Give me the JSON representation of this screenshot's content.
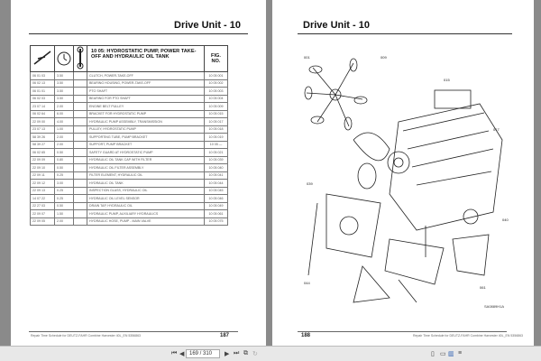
{
  "left_page": {
    "title": "Drive Unit - 10",
    "table": {
      "section_title": "10 05: HYDROSTATIC PUMP, POWER TAKE-OFF AND HYDRAULIC OIL TANK",
      "fig_header": "FIG. NO.",
      "rows": [
        [
          "06 01 03",
          "3.50",
          "CLUTCH, POWER-TAKE-OFF",
          "10 05 001"
        ],
        [
          "06 02 13",
          "3.50",
          "BEARING HOUSING, POWER-TAKE-OFF",
          "10 05 002"
        ],
        [
          "06 01 01",
          "3.50",
          "PTO SHAFT",
          "10 05 003"
        ],
        [
          "06 02 03",
          "3.50",
          "BEARING FOR PTO SHAFT",
          "10 05 004"
        ],
        [
          "23 07 14",
          "2.00",
          "ENGINE BELT PULLEY",
          "10 05 009"
        ],
        [
          "06 02 64",
          "6.00",
          "BRACKET FOR HYDROSTATIC PUMP",
          "10 05 015"
        ],
        [
          "22 09 00",
          "4.00",
          "HYDRAULIC PUMP ASSEMBLY, TRANSMISSION",
          "10 05 017"
        ],
        [
          "23 07 13",
          "1.00",
          "PULLEY, HYDROSTATIC PUMP",
          "10 05 018"
        ],
        [
          "58 39 26",
          "2.00",
          "SUPPORTING TUBE, PUMP BRACKET",
          "10 05 019"
        ],
        [
          "58 39 27",
          "2.00",
          "SUPPORT, PUMP BRACKET",
          "10 05 —"
        ],
        [
          "06 02 65",
          "0.50",
          "SAFETY GUARD AT HYDROSTATIC PUMP",
          "10 05 021"
        ],
        [
          "22 09 09",
          "0.80",
          "HYDRAULIC OIL TANK CAP WITH FILTER",
          "10 05 039"
        ],
        [
          "22 09 10",
          "0.50",
          "HYDRAULIC OIL FILTER ASSEMBLY",
          "10 05 040"
        ],
        [
          "22 09 11",
          "0.25",
          "FILTER ELEMENT, HYDRAULIC OIL",
          "10 05 041"
        ],
        [
          "22 09 12",
          "3.00",
          "HYDRAULIC OIL TANK",
          "10 05 044"
        ],
        [
          "22 09 13",
          "0.25",
          "INSPECTION GLASS, HYDRAULIC OIL",
          "10 05 045"
        ],
        [
          "14 07 22",
          "0.25",
          "HYDRAULIC OIL LEVEL SENSOR",
          "10 05 046"
        ],
        [
          "22 27 03",
          "0.50",
          "DRAIN TAP, HYDRAULIC OIL",
          "10 05 049"
        ],
        [
          "22 09 07",
          "1.50",
          "HYDRAULIC PUMP, AUXILIARY HYDRAULICS",
          "10 05 061"
        ],
        [
          "22 09 05",
          "2.00",
          "HYDRAULIC HOSE, PUMP - MAIN VALVE",
          "10 05 075"
        ]
      ]
    },
    "footer": "Repair Time Schedule for DEUTZ-FAHR Combine Harvester 40L_EN 5356863",
    "page_number": "187"
  },
  "right_page": {
    "title": "Drive Unit - 10",
    "diagram_code": "SA0889H1A",
    "footer": "Repair Time Schedule for DEUTZ-FAHR Combine Harvester 40L_EN 5356863",
    "page_number": "188"
  },
  "toolbar": {
    "page_indicator": "169 / 310"
  }
}
